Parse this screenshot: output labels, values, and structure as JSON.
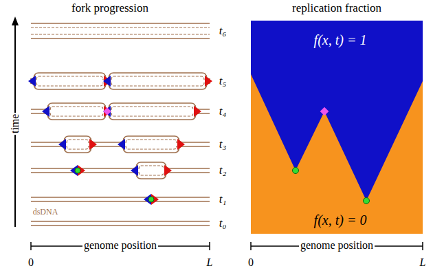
{
  "diagram": {
    "labels": [
      "fork progression",
      "replication fraction",
      "time",
      "t₆",
      "t₅",
      "t₄",
      "t₃",
      "t₂",
      "t₁",
      "t₀",
      "dsDNA",
      "genome position",
      "0",
      "L",
      "genome position",
      "0",
      "L",
      "f(x, t) = 1",
      "f(x, t) = 0"
    ]
  }
}
